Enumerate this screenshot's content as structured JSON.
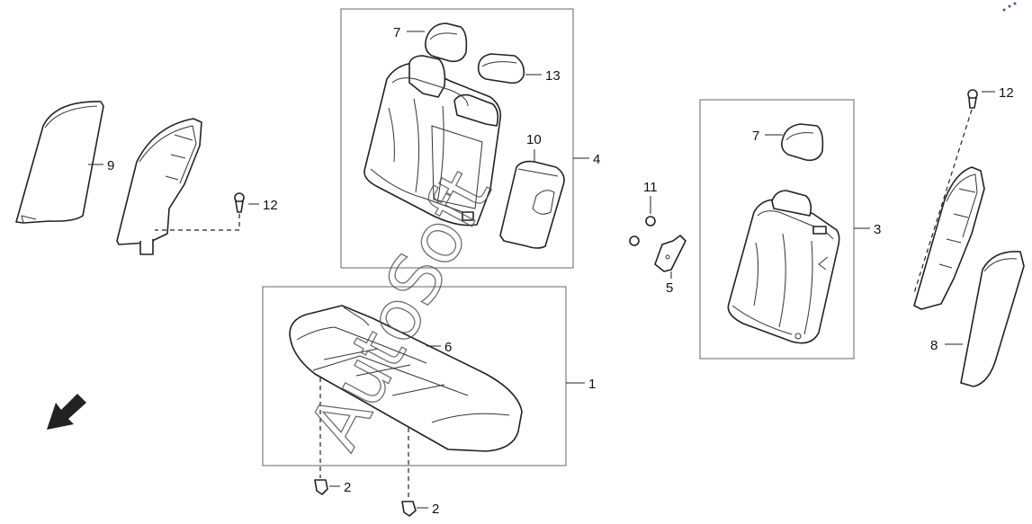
{
  "callouts": {
    "c1": "1",
    "c2a": "2",
    "c2b": "2",
    "c3": "3",
    "c4": "4",
    "c5": "5",
    "c6": "6",
    "c7a": "7",
    "c7b": "7",
    "c8": "8",
    "c9": "9",
    "c10": "10",
    "c11": "11",
    "c12a": "12",
    "c12b": "12",
    "c13": "13"
  },
  "watermark": {
    "text": "AutoSoft"
  },
  "colors": {
    "line": "#222222",
    "box": "#666666",
    "background": "#ffffff"
  },
  "icons": {
    "front_direction": "arrow-down-left-icon"
  }
}
